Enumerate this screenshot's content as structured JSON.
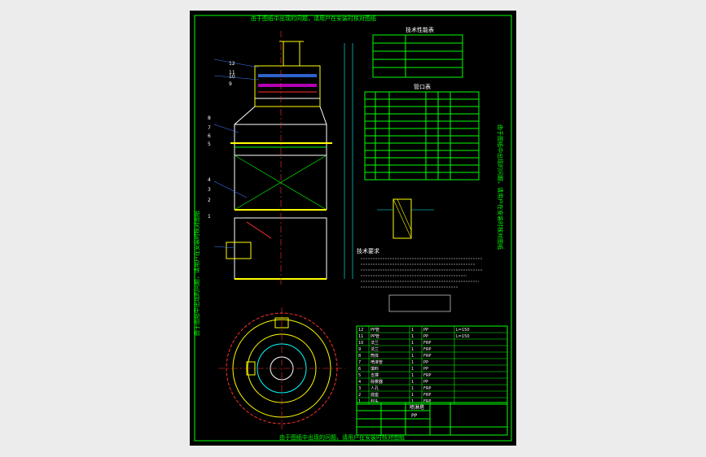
{
  "drawing": {
    "header_banner": "由于图纸中出现的问题，请用户在安装时核对图纸",
    "left_watermark": "由于图纸中出现的问题，请用户在安装时核对图纸",
    "right_watermark": "由于图纸中出现的问题，请用户在安装时核对图纸",
    "bottom_watermark": "由于图纸中出现的问题，请用户在安装时核对图纸",
    "tech_table_title": "技术性能表",
    "pipe_table_title": "管口表",
    "tech_notes_title": "技术要求",
    "title_block_name": "喷淋塔",
    "title_block_sub": "PP",
    "callout_numbers": [
      "12",
      "11",
      "10",
      "9",
      "8",
      "7",
      "6",
      "5",
      "4",
      "3",
      "2",
      "1"
    ],
    "bom_items": [
      {
        "no": "12",
        "name": "PP管",
        "qty": "1",
        "mat": "PP",
        "note": "L=150"
      },
      {
        "no": "11",
        "name": "PP管",
        "qty": "1",
        "mat": "PP",
        "note": "L=150"
      },
      {
        "no": "10",
        "name": "法兰",
        "qty": "1",
        "mat": "FRP",
        "note": ""
      },
      {
        "no": "9",
        "name": "法兰",
        "qty": "1",
        "mat": "FRP",
        "note": ""
      },
      {
        "no": "8",
        "name": "筒体",
        "qty": "1",
        "mat": "FRP",
        "note": ""
      },
      {
        "no": "7",
        "name": "喷淋管",
        "qty": "1",
        "mat": "PP",
        "note": ""
      },
      {
        "no": "6",
        "name": "填料",
        "qty": "1",
        "mat": "PP",
        "note": ""
      },
      {
        "no": "5",
        "name": "支撑",
        "qty": "1",
        "mat": "FRP",
        "note": ""
      },
      {
        "no": "4",
        "name": "除雾器",
        "qty": "1",
        "mat": "PP",
        "note": ""
      },
      {
        "no": "3",
        "name": "人孔",
        "qty": "1",
        "mat": "FRP",
        "note": ""
      },
      {
        "no": "2",
        "name": "底座",
        "qty": "1",
        "mat": "FRP",
        "note": ""
      },
      {
        "no": "1",
        "name": "封头",
        "qty": "1",
        "mat": "FRP",
        "note": ""
      }
    ]
  },
  "colors": {
    "background": "#000000",
    "border": "#00ff00",
    "outline": "#ffffff",
    "accent": "#ffff00",
    "dims": "#00ffff",
    "red": "#ff3030",
    "magenta": "#ff00ff",
    "blue": "#3a7bff"
  }
}
